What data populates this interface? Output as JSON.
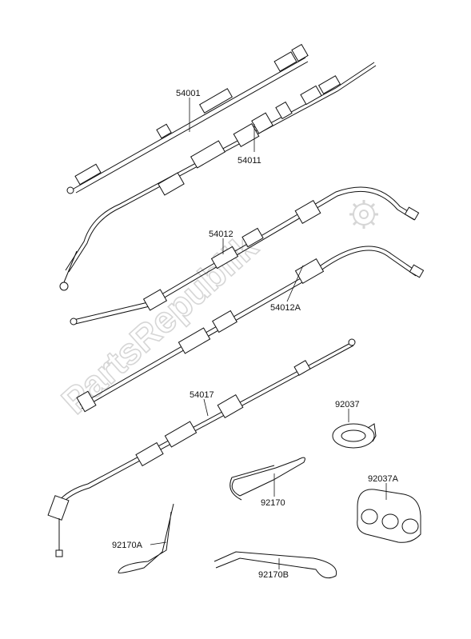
{
  "watermark": {
    "text": "PartsRepublik"
  },
  "parts": {
    "p54001": "54001",
    "p54011": "54011",
    "p54012": "54012",
    "p54012A": "54012A",
    "p54017": "54017",
    "p92037": "92037",
    "p92037A": "92037A",
    "p92170": "92170",
    "p92170A": "92170A",
    "p92170B": "92170B"
  }
}
